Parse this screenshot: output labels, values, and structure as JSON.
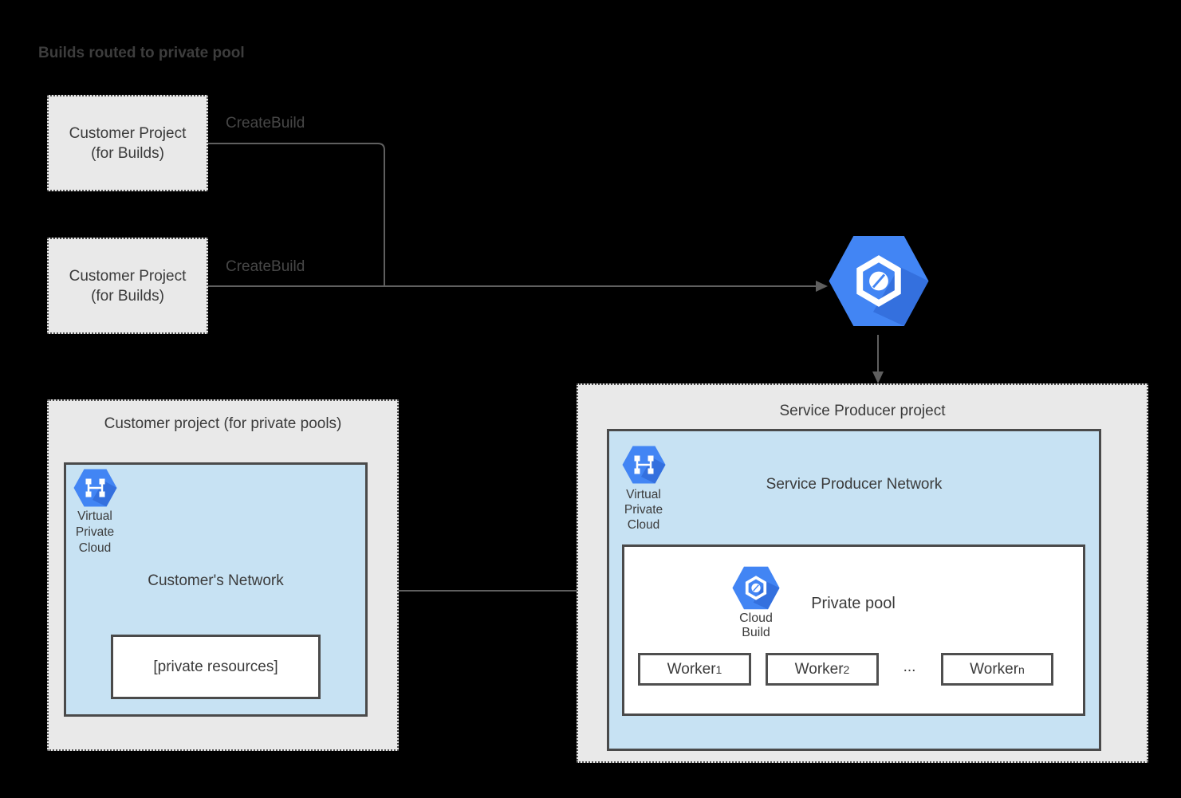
{
  "title": "Builds routed to private pool",
  "colors": {
    "background": "#000000",
    "project_fill": "#e9e9e9",
    "network_fill": "#c7e2f3",
    "box_border": "#4a4a4a",
    "connector": "#5f5f5f",
    "icon_blue": "#4285f4",
    "icon_blue_shadow": "#3470de",
    "text": "#3b3b3b"
  },
  "build_projects": [
    {
      "name_line1": "Customer Project",
      "name_line2": "(for Builds)",
      "request_label": "CreateBuild"
    },
    {
      "name_line1": "Customer Project",
      "name_line2": "(for Builds)",
      "request_label": "CreateBuild"
    }
  ],
  "customer_pool_project": {
    "title": "Customer project (for private pools)",
    "vpc_icon_label": [
      "Virtual",
      "Private",
      "Cloud"
    ],
    "network_title": "Customer's Network",
    "private_resources_label": "[private resources]"
  },
  "service_producer_project": {
    "title": "Service Producer project",
    "vpc_icon_label": [
      "Virtual",
      "Private",
      "Cloud"
    ],
    "network_title": "Service Producer Network",
    "private_pool": {
      "title": "Private pool",
      "icon_label": [
        "Cloud",
        "Build"
      ],
      "workers": [
        {
          "name": "Worker",
          "subscript": "1"
        },
        {
          "name": "Worker",
          "subscript": "2"
        },
        {
          "name": "Worker",
          "subscript": "n"
        }
      ],
      "ellipsis": "..."
    }
  }
}
